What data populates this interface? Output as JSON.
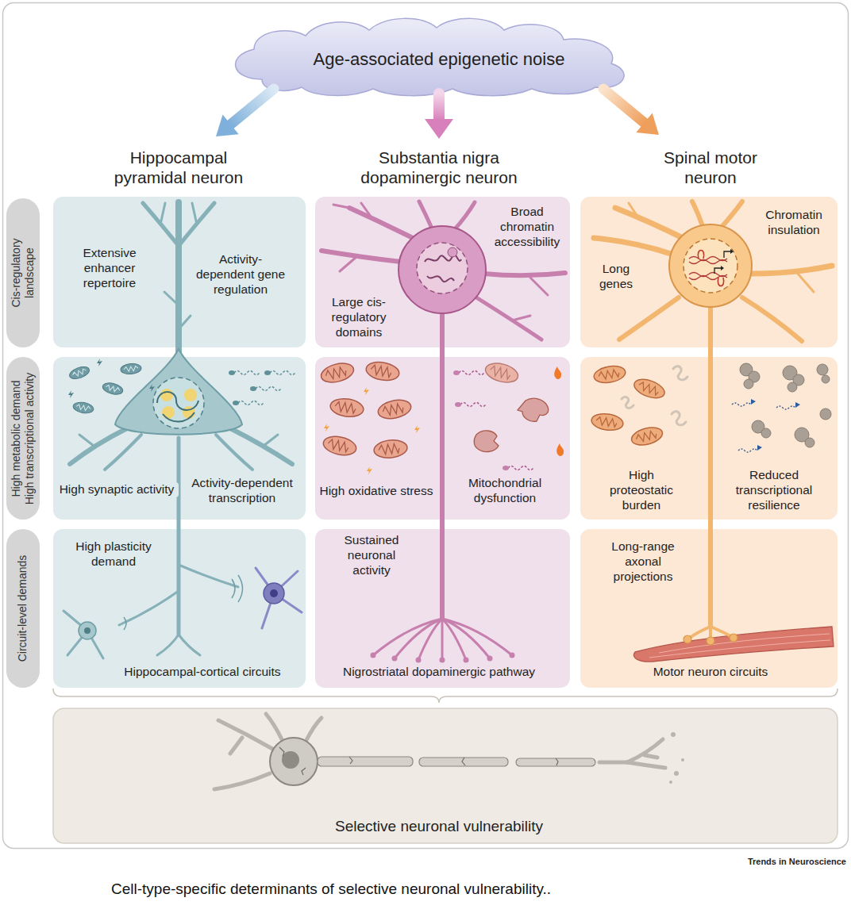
{
  "diagram": {
    "caption": "Cell-type-specific determinants of selective neuronal vulnerability..",
    "nodes": [
      {
        "text": [
          "Age-associated epigenetic noise"
        ]
      },
      {
        "text": [
          "Cis-regulatory landscape"
        ]
      },
      {
        "text": [
          "Extensive enhancer repertoire",
          "Activity-dependent gene regulation"
        ]
      },
      {
        "text": [
          "Broad chromatin accessibility",
          "Large cis-regulatory domains"
        ]
      },
      {
        "text": [
          "Chromatin insulation",
          "Long genes"
        ]
      },
      {
        "text": [
          "High metabolic demand High transcriptional activity"
        ]
      },
      {
        "text": [
          "High synaptic activity",
          "Activity-dependent transcription"
        ]
      },
      {
        "text": [
          "High oxidative stress",
          "Mitochondrial dysfunction"
        ]
      },
      {
        "text": [
          "High proteostatic burden",
          "Reduced transcriptional resilience"
        ]
      },
      {
        "text": [
          "Circuit-level demands"
        ]
      },
      {
        "text": [
          "High plasticity demand",
          "Hippocampal-cortical circuits"
        ]
      },
      {
        "text": [
          "Sustained neuronal activity",
          "Nigrostriatal dopaminergic pathway"
        ]
      },
      {
        "text": [
          "Long-range axonal projections",
          "Motor neuron circuits"
        ]
      },
      {
        "text": [
          "Selective neuronal vulnerability"
        ]
      }
    ],
    "labels": [
      "Hippocampal pyramidal neuron",
      "Substantia nigra dopaminergic neuron",
      "Spinal motor neuron",
      "Trends in Neuroscience"
    ]
  }
}
